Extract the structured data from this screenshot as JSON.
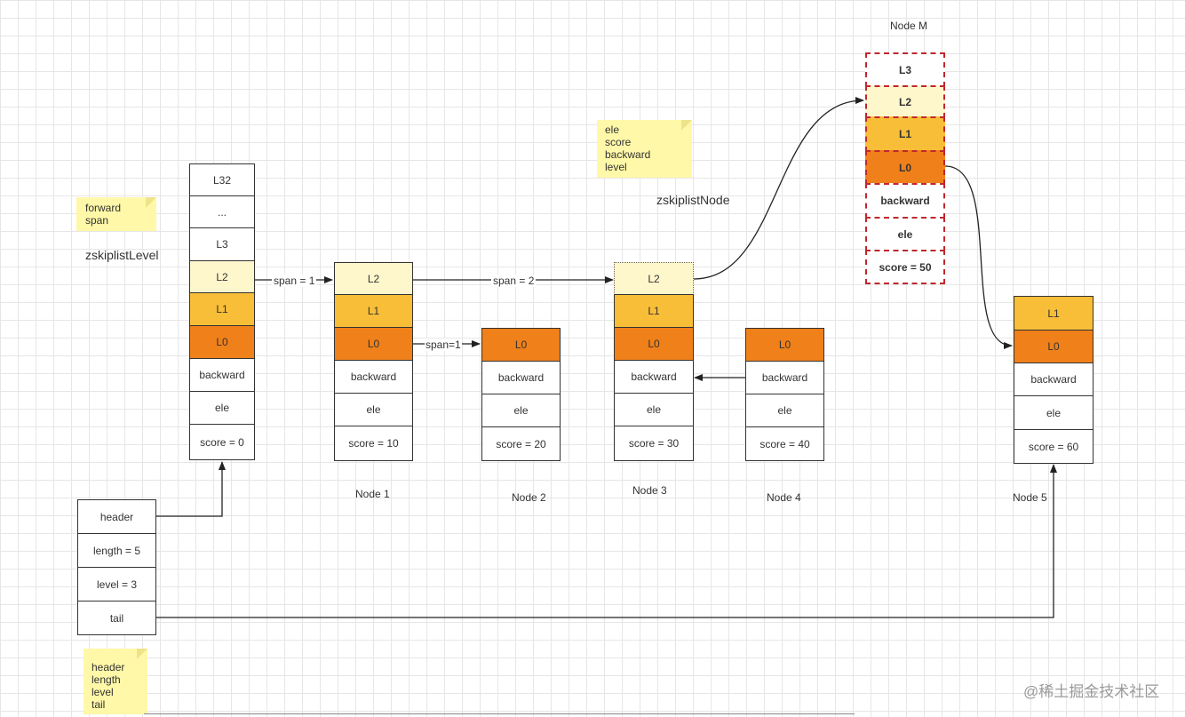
{
  "zskiplist_level": {
    "title": "zskiplistLevel",
    "note": [
      "forward",
      "span"
    ],
    "cells": [
      "L32",
      "...",
      "L3",
      "L2",
      "L1",
      "L0",
      "backward",
      "ele",
      "score = 0"
    ]
  },
  "zskiplist_node": {
    "title": "zskiplistNode",
    "note": [
      "ele",
      "score",
      "backward",
      "level"
    ]
  },
  "header_struct": {
    "cells": [
      "header",
      "length = 5",
      "level = 3",
      "tail"
    ],
    "note": [
      "header",
      "length",
      "level",
      "tail"
    ]
  },
  "nodes": {
    "node1": {
      "label": "Node 1",
      "cells": [
        "L2",
        "L1",
        "L0",
        "backward",
        "ele",
        "score = 10"
      ]
    },
    "node2": {
      "label": "Node 2",
      "cells": [
        "L0",
        "backward",
        "ele",
        "score = 20"
      ]
    },
    "node3": {
      "label": "Node 3",
      "cells": [
        "L2",
        "L1",
        "L0",
        "backward",
        "ele",
        "score = 30"
      ]
    },
    "node4": {
      "label": "Node 4",
      "cells": [
        "L0",
        "backward",
        "ele",
        "score = 40"
      ]
    },
    "node5": {
      "label": "Node 5",
      "cells": [
        "L1",
        "L0",
        "backward",
        "ele",
        "score = 60"
      ]
    },
    "nodeM": {
      "label": "Node M",
      "cells": [
        "L3",
        "L2",
        "L1",
        "L0",
        "backward",
        "ele",
        "score = 50"
      ]
    }
  },
  "edge_labels": {
    "span1_l2": "span = 1",
    "span2_l2": "span = 2",
    "span1_l0": "span=1"
  },
  "watermark": "@稀土掘金技术社区",
  "colors": {
    "l2": "#fff7cc",
    "l1": "#f8be38",
    "l0": "#f08019",
    "nodeM_border": "#c0272d"
  }
}
